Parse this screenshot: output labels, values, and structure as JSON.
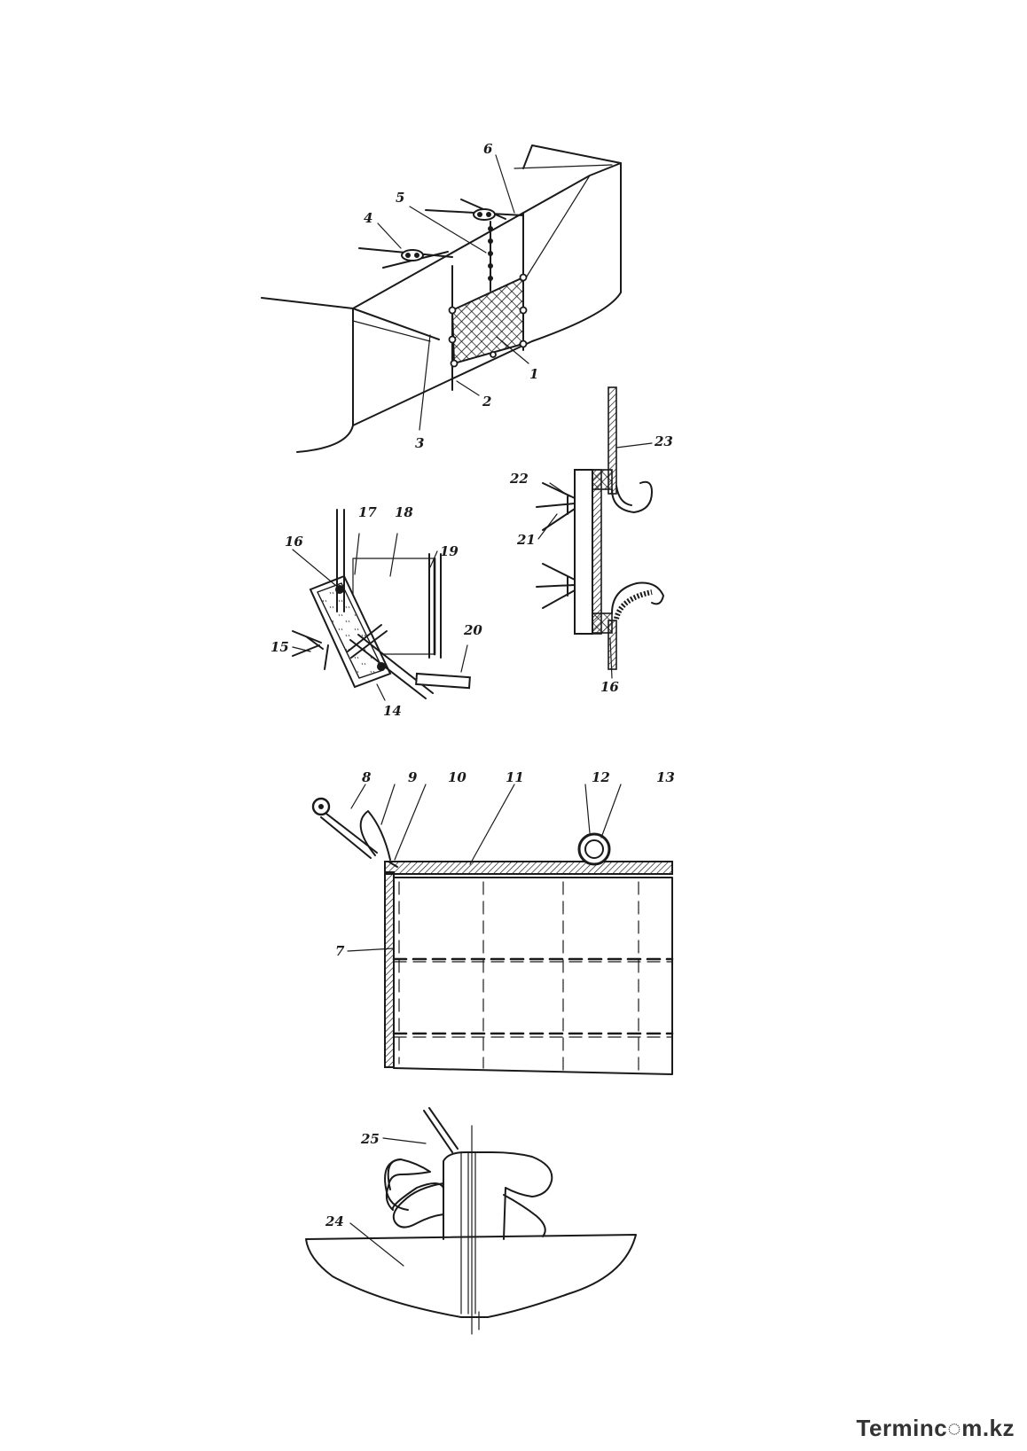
{
  "labels": {
    "l1": "1",
    "l2": "2",
    "l3": "3",
    "l4": "4",
    "l5": "5",
    "l6": "6",
    "l7": "7",
    "l8": "8",
    "l9": "9",
    "l10": "10",
    "l11": "11",
    "l12": "12",
    "l13": "13",
    "l14": "14",
    "l15": "15",
    "l16a": "16",
    "l16b": "16",
    "l17": "17",
    "l18": "18",
    "l19": "19",
    "l20": "20",
    "l21": "21",
    "l22": "22",
    "l23": "23",
    "l24": "24",
    "l25": "25"
  },
  "watermark": {
    "text": "Terminc◌m.kz"
  },
  "colors": {
    "ink": "#1a1a1a",
    "paper": "#ffffff"
  }
}
